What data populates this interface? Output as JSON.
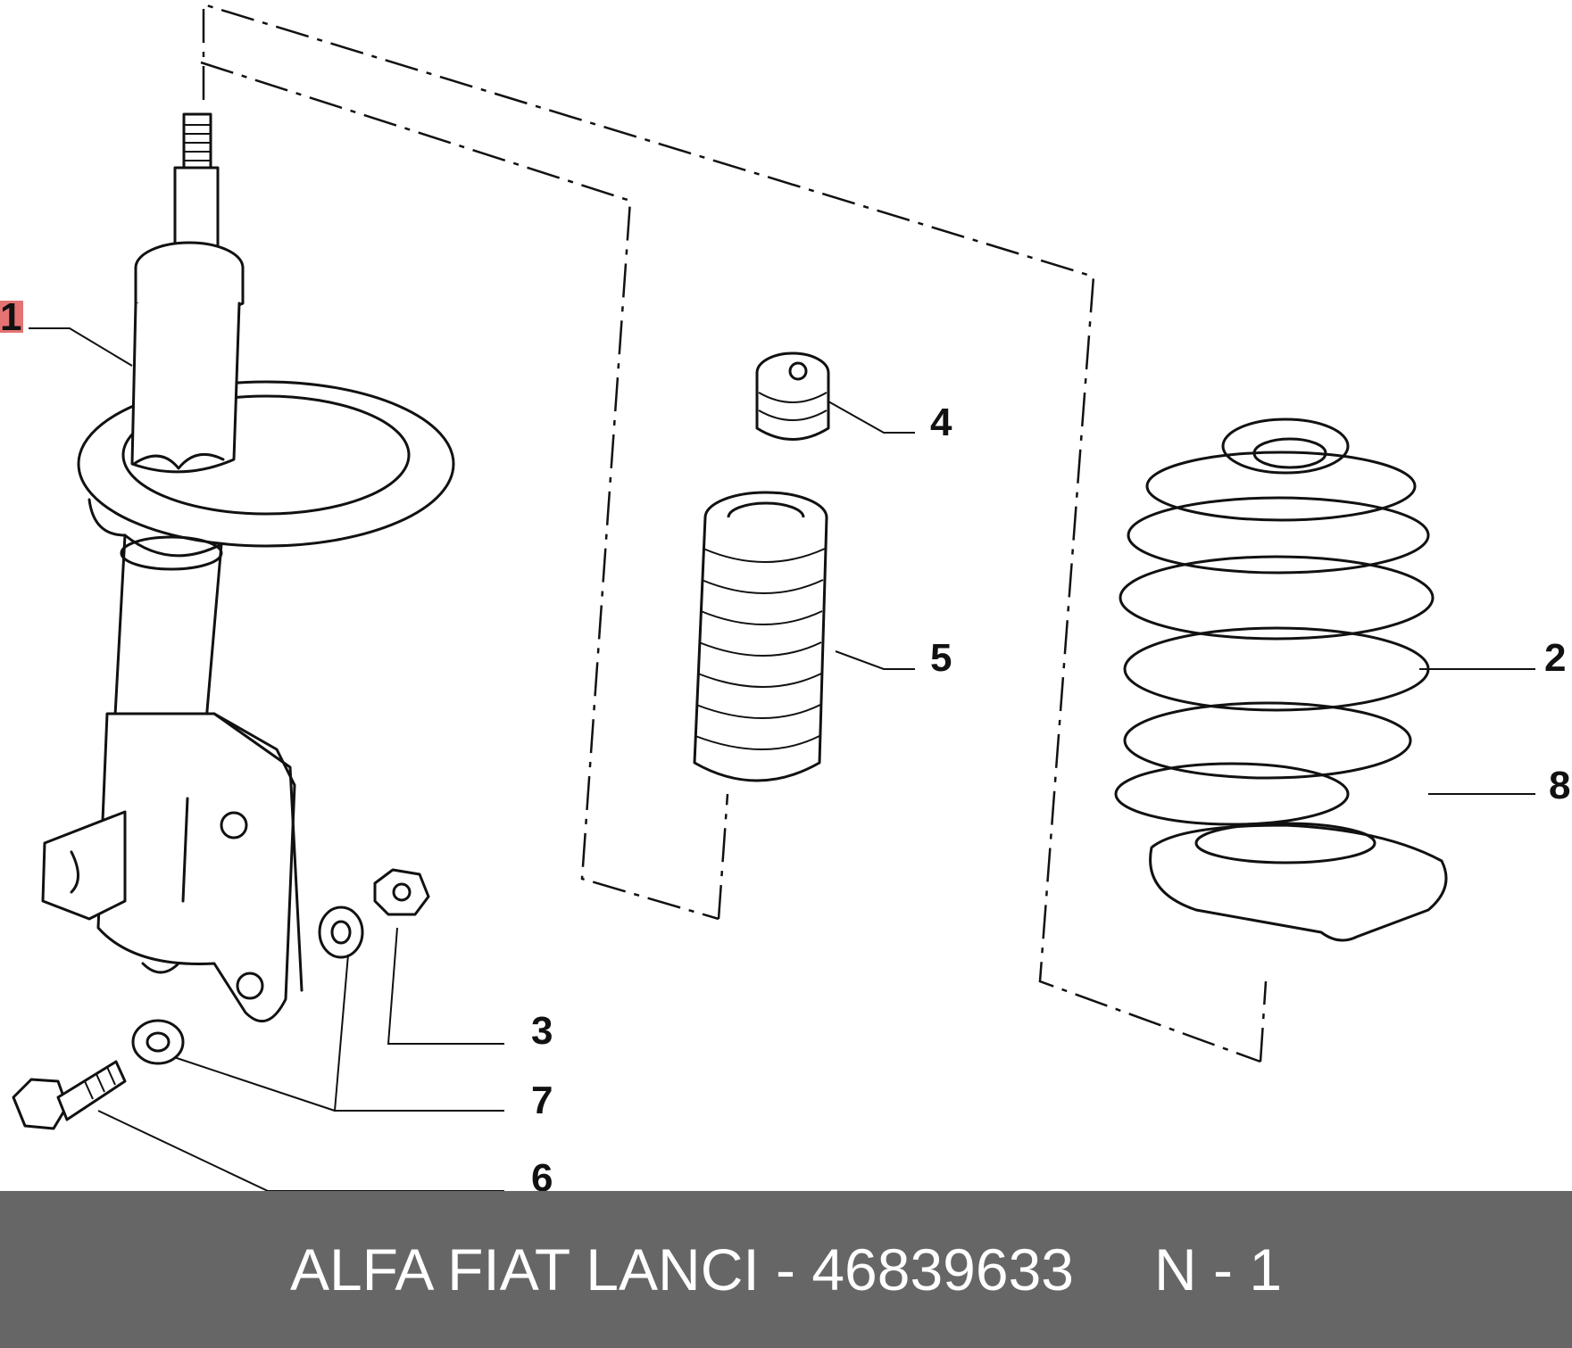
{
  "callouts": [
    {
      "id": "1",
      "label": "1",
      "highlighted": true
    },
    {
      "id": "2",
      "label": "2"
    },
    {
      "id": "3",
      "label": "3"
    },
    {
      "id": "4",
      "label": "4"
    },
    {
      "id": "5",
      "label": "5"
    },
    {
      "id": "6",
      "label": "6"
    },
    {
      "id": "7",
      "label": "7"
    },
    {
      "id": "8",
      "label": "8"
    }
  ],
  "footer": {
    "part_text": "ALFA FIAT LANCI - 46839633",
    "suffix": "N - 1"
  },
  "colors": {
    "footer_bg": "#666666",
    "footer_text": "#ffffff",
    "highlight": "#e57373",
    "ink": "#111111"
  },
  "icons": [
    "shock-absorber-icon",
    "coil-spring-icon",
    "dust-boot-icon",
    "bump-stop-icon",
    "spring-seat-icon",
    "bolt-icon",
    "nut-icon",
    "washer-icon"
  ]
}
